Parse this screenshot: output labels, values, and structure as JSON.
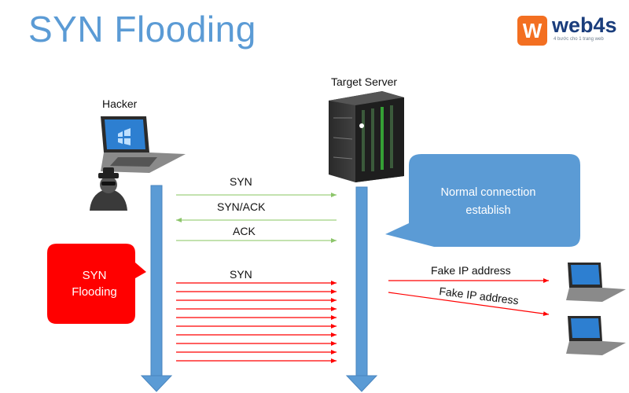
{
  "title": "SYN Flooding",
  "logo": {
    "mark": "W",
    "name": "web4s",
    "tagline": "4 bước cho 1 trang web"
  },
  "actors": {
    "hacker": "Hacker",
    "server": "Target Server"
  },
  "handshake": [
    "SYN",
    "SYN/ACK",
    "ACK"
  ],
  "flood": {
    "label": "SYN",
    "arrow_count": 10
  },
  "fake_sources": [
    "Fake IP address",
    "Fake IP address"
  ],
  "callouts": {
    "attack": {
      "line1": "SYN",
      "line2": "Flooding"
    },
    "normal": {
      "line1": "Normal connection",
      "line2": "establish"
    }
  },
  "colors": {
    "title": "#5b9bd5",
    "timeline": "#5b9bd5",
    "bubble_blue": "#5b9bd5",
    "bubble_red": "#ff0000",
    "handshake_arrow": "#9fd07f",
    "flood_arrow": "#ff0000",
    "logo": "#f36f21"
  }
}
